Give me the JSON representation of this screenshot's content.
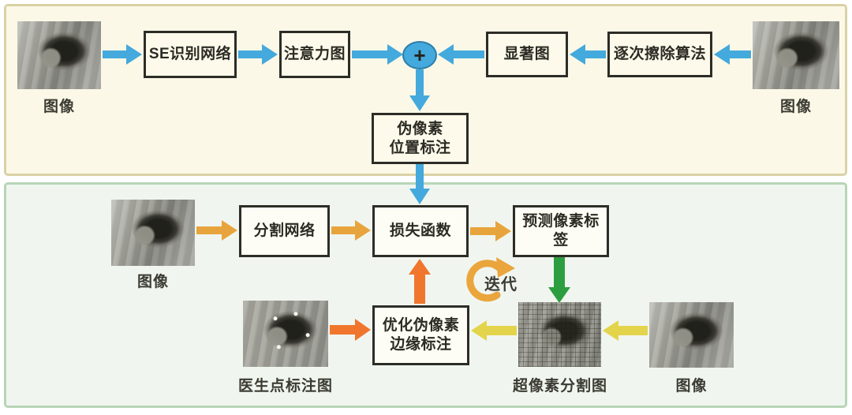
{
  "colors": {
    "arrow_blue": "#44a9dc",
    "arrow_gold": "#e8a43c",
    "arrow_orange": "#f1762d",
    "arrow_green": "#2d9e40",
    "arrow_yellow": "#e3d44b",
    "top_panel_bg": "#fcf8e7",
    "top_panel_border": "#d9d2a6",
    "bottom_panel_bg": "#f0f6ef",
    "bottom_panel_border": "#b7d5b7",
    "box_border": "#2d2d27"
  },
  "top_panel": {
    "input_left": {
      "caption": "图像"
    },
    "se_network": {
      "label": "SE识别网络"
    },
    "attention_map": {
      "label": "注意力图"
    },
    "plus_node": {
      "symbol": "+"
    },
    "saliency_map": {
      "label": "显著图"
    },
    "erasure_algorithm": {
      "label": "逐次擦除算法"
    },
    "input_right": {
      "caption": "图像"
    },
    "pseudo_pixel_annotation": {
      "line1": "伪像素",
      "line2": "位置标注"
    }
  },
  "bottom_panel": {
    "input_image": {
      "caption": "图像"
    },
    "segmentation_network": {
      "label": "分割网络"
    },
    "loss_function": {
      "label": "损失函数"
    },
    "predicted_pixel_labels": {
      "label": "预测像素标签"
    },
    "iteration": {
      "label": "迭代"
    },
    "doctor_point_annotation": {
      "caption": "医生点标注图"
    },
    "superpixel_map": {
      "caption": "超像素分割图"
    },
    "refine_annotation": {
      "line1": "优化伪像素",
      "line2": "边缘标注"
    },
    "input_image_right": {
      "caption": "图像"
    }
  }
}
